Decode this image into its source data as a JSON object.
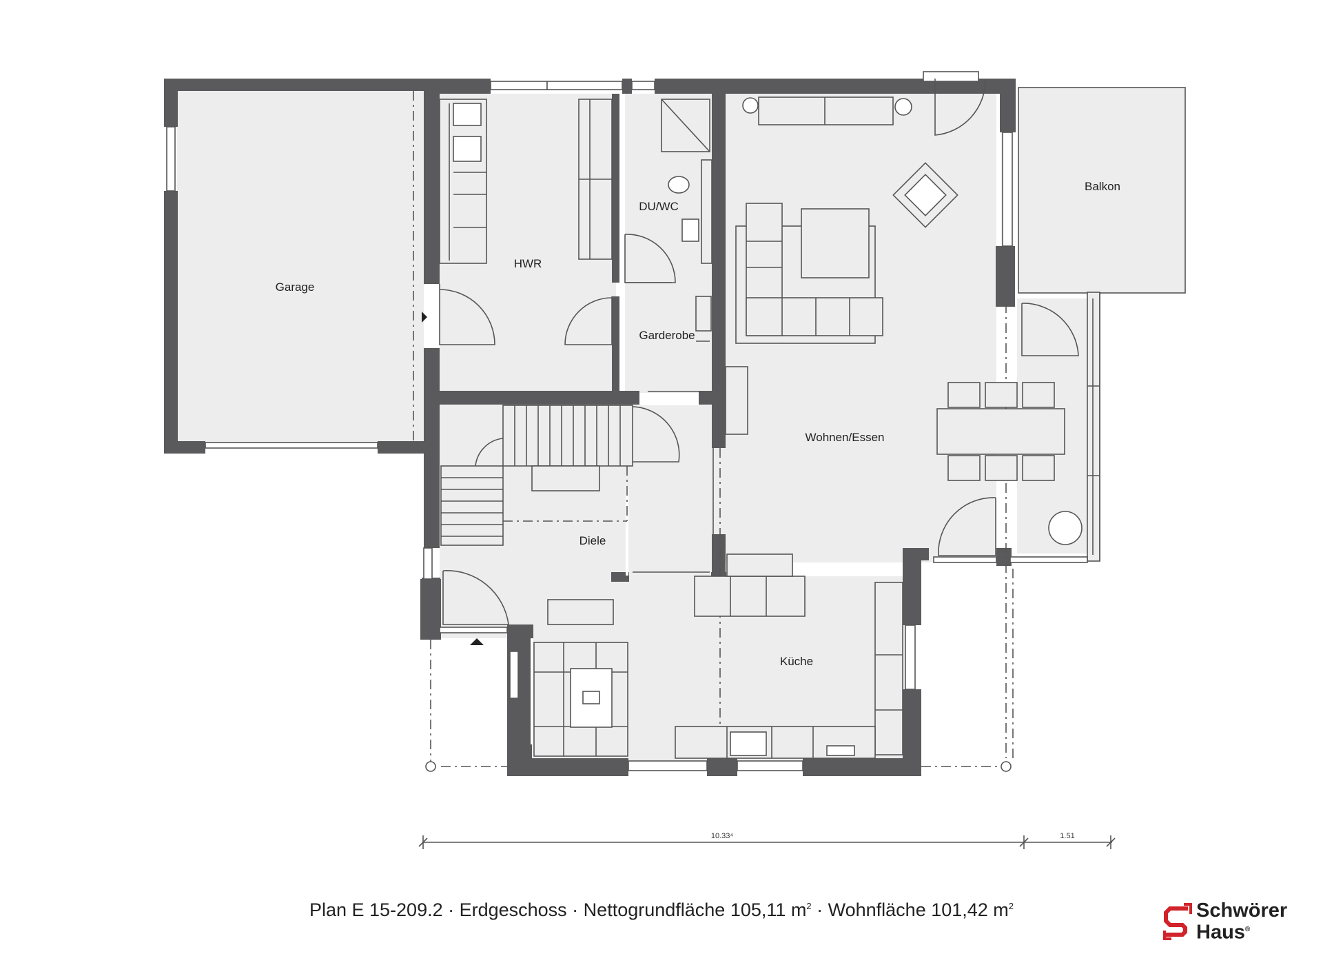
{
  "rooms": {
    "garage": "Garage",
    "hwr": "HWR",
    "du_wc": "DU/WC",
    "garderobe": "Garderobe",
    "wohnen_essen": "Wohnen/Essen",
    "balkon": "Balkon",
    "diele": "Diele",
    "kueche": "Küche"
  },
  "dimensions": {
    "main": "10.33⁴",
    "balcony": "1.51"
  },
  "caption": {
    "text_1": "Plan E 15-209.2 · Erdgeschoss · Nettogrundfläche 105,11 m",
    "sup_1": "2",
    "text_2": " · Wohnfläche 101,42 m",
    "sup_2": "2"
  },
  "logo": {
    "line1": "Schwörer",
    "line2": "Haus",
    "mark": "®",
    "color": "#d2232a"
  },
  "colors": {
    "wall": "#5a5a5c",
    "floor": "#ededed"
  }
}
